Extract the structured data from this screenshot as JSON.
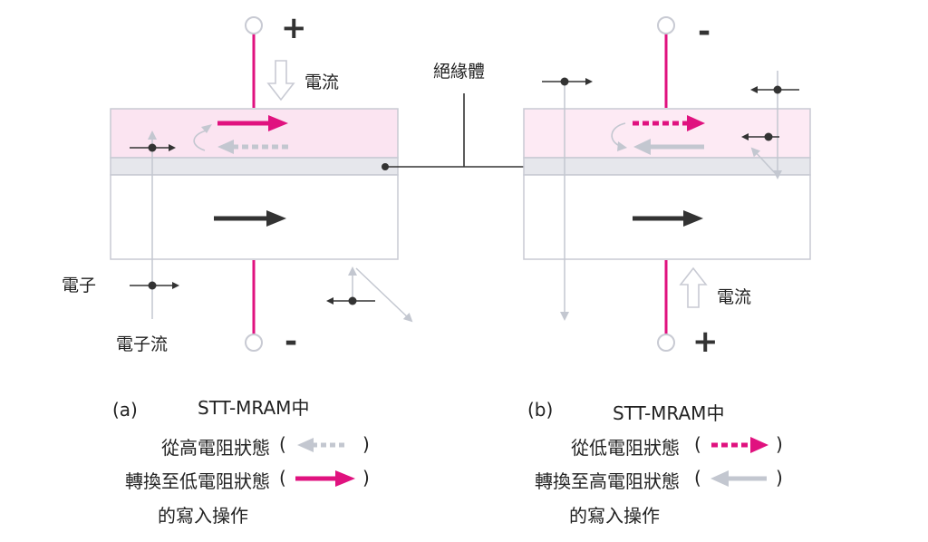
{
  "colors": {
    "accent_magenta": "#e0127f",
    "free_layer_fill": "#fbe4f1",
    "insulator_fill": "#e6e7ec",
    "outline_gray": "#c8cad3",
    "arrow_gray": "#b9bec9",
    "dark": "#333333"
  },
  "insulator_label": "絕緣體",
  "panel_a": {
    "top_terminal_sign": "+",
    "bottom_terminal_sign": "-",
    "current_label": "電流",
    "current_direction": "down",
    "electron_label": "電子",
    "electron_flow_label": "電子流",
    "caption": {
      "tag": "(a)",
      "title": "STT-MRAM中",
      "line1": "從高電阻狀態",
      "line2": "轉換至低電阻狀態",
      "line3": "的寫入操作",
      "paren_open": "(",
      "paren_close": ")"
    }
  },
  "panel_b": {
    "top_terminal_sign": "-",
    "bottom_terminal_sign": "+",
    "current_label": "電流",
    "current_direction": "up",
    "caption": {
      "tag": "(b)",
      "title": "STT-MRAM中",
      "line1": "從低電阻狀態",
      "line2": "轉換至高電阻狀態",
      "line3": "的寫入操作",
      "paren_open": "(",
      "paren_close": ")"
    }
  }
}
